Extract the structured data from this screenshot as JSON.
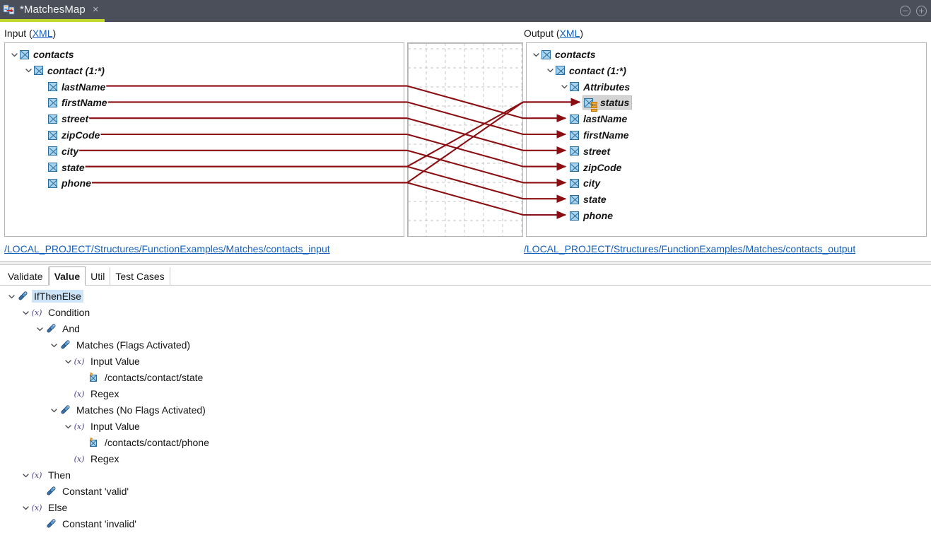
{
  "window": {
    "tab_title": "*MatchesMap",
    "tab_icon": "mapping-icon",
    "close_icon": "×",
    "minimize_icon": "minimize-icon",
    "maximize_icon": "maximize-icon",
    "accent_color": "#c3d62e",
    "titlebar_color": "#4a4f5a"
  },
  "mapping": {
    "input_header": {
      "label": "Input (",
      "link": "XML",
      "suffix": ")"
    },
    "output_header": {
      "label": "Output (",
      "link": "XML",
      "suffix": ")"
    },
    "input_tree": [
      {
        "label": "contacts",
        "icon": "element-icon",
        "indent": 0,
        "twisty": "expanded",
        "connected": false
      },
      {
        "label": "contact (1:*)",
        "icon": "element-icon",
        "indent": 1,
        "twisty": "expanded",
        "connected": false
      },
      {
        "label": "lastName",
        "icon": "element-icon",
        "indent": 2,
        "twisty": "none",
        "connected": true
      },
      {
        "label": "firstName",
        "icon": "element-icon",
        "indent": 2,
        "twisty": "none",
        "connected": true
      },
      {
        "label": "street",
        "icon": "element-icon",
        "indent": 2,
        "twisty": "none",
        "connected": true
      },
      {
        "label": "zipCode",
        "icon": "element-icon",
        "indent": 2,
        "twisty": "none",
        "connected": true
      },
      {
        "label": "city",
        "icon": "element-icon",
        "indent": 2,
        "twisty": "none",
        "connected": true
      },
      {
        "label": "state",
        "icon": "element-icon",
        "indent": 2,
        "twisty": "none",
        "connected": true
      },
      {
        "label": "phone",
        "icon": "element-icon",
        "indent": 2,
        "twisty": "none",
        "connected": true
      }
    ],
    "output_tree": [
      {
        "label": "contacts",
        "icon": "element-icon",
        "indent": 0,
        "twisty": "expanded",
        "connected": false,
        "selected": false
      },
      {
        "label": "contact (1:*)",
        "icon": "element-icon",
        "indent": 1,
        "twisty": "expanded",
        "connected": false,
        "selected": false
      },
      {
        "label": "Attributes",
        "icon": "element-icon",
        "indent": 2,
        "twisty": "expanded",
        "connected": false,
        "selected": false
      },
      {
        "label": "status",
        "icon": "attribute-icon",
        "indent": 3,
        "twisty": "none",
        "connected": true,
        "selected": true
      },
      {
        "label": "lastName",
        "icon": "element-icon",
        "indent": 2,
        "twisty": "none",
        "connected": true,
        "selected": false
      },
      {
        "label": "firstName",
        "icon": "element-icon",
        "indent": 2,
        "twisty": "none",
        "connected": true,
        "selected": false
      },
      {
        "label": "street",
        "icon": "element-icon",
        "indent": 2,
        "twisty": "none",
        "connected": true,
        "selected": false
      },
      {
        "label": "zipCode",
        "icon": "element-icon",
        "indent": 2,
        "twisty": "none",
        "connected": true,
        "selected": false
      },
      {
        "label": "city",
        "icon": "element-icon",
        "indent": 2,
        "twisty": "none",
        "connected": true,
        "selected": false
      },
      {
        "label": "state",
        "icon": "element-icon",
        "indent": 2,
        "twisty": "none",
        "connected": true,
        "selected": false
      },
      {
        "label": "phone",
        "icon": "element-icon",
        "indent": 2,
        "twisty": "none",
        "connected": true,
        "selected": false
      }
    ],
    "connection_color": "#8b0f12",
    "connections": [
      {
        "from": "lastName",
        "to": "lastName"
      },
      {
        "from": "firstName",
        "to": "firstName"
      },
      {
        "from": "street",
        "to": "street"
      },
      {
        "from": "zipCode",
        "to": "zipCode"
      },
      {
        "from": "city",
        "to": "city"
      },
      {
        "from": "state",
        "to": "status"
      },
      {
        "from": "state",
        "to": "state"
      },
      {
        "from": "phone",
        "to": "status"
      },
      {
        "from": "phone",
        "to": "phone"
      }
    ],
    "input_path_link": "/LOCAL_PROJECT/Structures/FunctionExamples/Matches/contacts_input",
    "output_path_link": "/LOCAL_PROJECT/Structures/FunctionExamples/Matches/contacts_output"
  },
  "bottom_panel": {
    "tabs": [
      {
        "label": "Validate",
        "active": false
      },
      {
        "label": "Value",
        "active": true
      },
      {
        "label": "Util",
        "active": false
      },
      {
        "label": "Test Cases",
        "active": false
      }
    ],
    "tree": [
      {
        "label": "IfThenElse",
        "icon": "function-icon",
        "indent": 0,
        "twisty": "expanded",
        "selected": true
      },
      {
        "label": "Condition",
        "icon": "parameter-icon",
        "indent": 1,
        "twisty": "expanded",
        "selected": false
      },
      {
        "label": "And",
        "icon": "function-icon",
        "indent": 2,
        "twisty": "expanded",
        "selected": false
      },
      {
        "label": "Matches (Flags Activated)",
        "icon": "function-icon",
        "indent": 3,
        "twisty": "expanded",
        "selected": false
      },
      {
        "label": "Input Value",
        "icon": "parameter-icon",
        "indent": 4,
        "twisty": "expanded",
        "selected": false
      },
      {
        "label": "/contacts/contact/state",
        "icon": "xpath-icon",
        "indent": 5,
        "twisty": "none",
        "selected": false
      },
      {
        "label": "Regex",
        "icon": "parameter-icon",
        "indent": 4,
        "twisty": "none",
        "selected": false
      },
      {
        "label": "Matches (No Flags Activated)",
        "icon": "function-icon",
        "indent": 3,
        "twisty": "expanded",
        "selected": false
      },
      {
        "label": "Input Value",
        "icon": "parameter-icon",
        "indent": 4,
        "twisty": "expanded",
        "selected": false
      },
      {
        "label": "/contacts/contact/phone",
        "icon": "xpath-icon",
        "indent": 5,
        "twisty": "none",
        "selected": false
      },
      {
        "label": "Regex",
        "icon": "parameter-icon",
        "indent": 4,
        "twisty": "none",
        "selected": false
      },
      {
        "label": "Then",
        "icon": "parameter-icon",
        "indent": 1,
        "twisty": "expanded",
        "selected": false
      },
      {
        "label": "Constant 'valid'",
        "icon": "function-icon",
        "indent": 2,
        "twisty": "none",
        "selected": false
      },
      {
        "label": "Else",
        "icon": "parameter-icon",
        "indent": 1,
        "twisty": "expanded",
        "selected": false
      },
      {
        "label": "Constant 'invalid'",
        "icon": "function-icon",
        "indent": 2,
        "twisty": "none",
        "selected": false
      }
    ]
  }
}
